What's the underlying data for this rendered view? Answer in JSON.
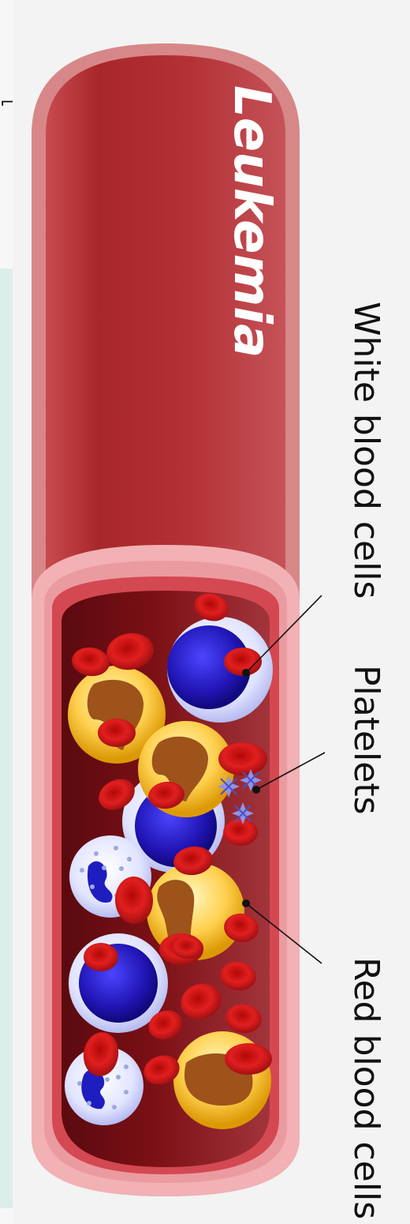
{
  "title": "Leukemia",
  "labels": {
    "white_blood_cells": "White blood cells",
    "platelets": "Platelets",
    "red_blood_cells": "Red blood cells"
  },
  "colors": {
    "background": "#f3f3f3",
    "vessel_outer": "#b93234",
    "vessel_light": "#f3b9bb",
    "vessel_inner": "#7a1014",
    "red_cell": "#d81d1d",
    "white_cell": "#2b25c9",
    "yellow_cell": "#f2bf1f",
    "brown_nucleus": "#9a4e17",
    "platelet": "#9b9ee7"
  },
  "icons": {
    "platelet_icon": "star-burst-icon"
  }
}
